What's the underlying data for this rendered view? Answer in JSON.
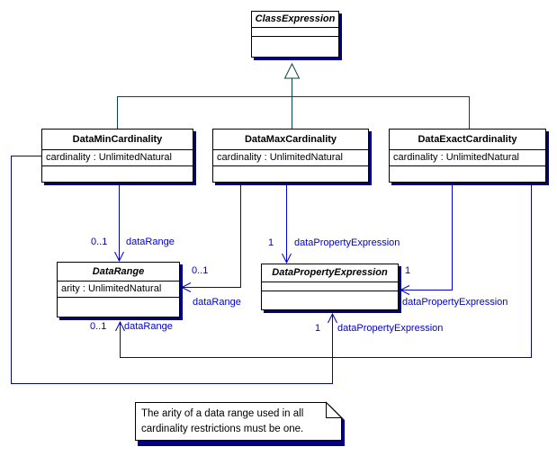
{
  "diagram": {
    "classes": {
      "class_expression": {
        "name": "ClassExpression",
        "stereotype": "abstract"
      },
      "data_min": {
        "name": "DataMinCardinality",
        "attr": "cardinality : UnlimitedNatural"
      },
      "data_max": {
        "name": "DataMaxCardinality",
        "attr": "cardinality : UnlimitedNatural"
      },
      "data_exact": {
        "name": "DataExactCardinality",
        "attr": "cardinality : UnlimitedNatural"
      },
      "data_range": {
        "name": "DataRange",
        "attr": "arity : UnlimitedNatural",
        "stereotype": "abstract"
      },
      "data_property_expression": {
        "name": "DataPropertyExpression",
        "stereotype": "abstract"
      }
    },
    "associations": {
      "min_to_datarange": {
        "multiplicity": "0..1",
        "role": "dataRange"
      },
      "max_to_dpe": {
        "multiplicity": "1",
        "role": "dataPropertyExpression"
      },
      "max_to_datarange": {
        "multiplicity": "0..1",
        "role": "dataRange"
      },
      "exact_to_dpe": {
        "multiplicity": "1",
        "role": "dataPropertyExpression"
      },
      "exact_to_datarange": {
        "multiplicity": "0..1",
        "role": "dataRange"
      },
      "min_to_dpe": {
        "multiplicity": "1",
        "role": "dataPropertyExpression"
      }
    },
    "note": {
      "line1": "The arity of a data range used in all",
      "line2": "cardinality restrictions must be one."
    },
    "colors": {
      "association": "#0000CC",
      "generalization": "#084545",
      "shadow": "#000080",
      "border": "#000000",
      "background": "#FFFFFF"
    }
  }
}
